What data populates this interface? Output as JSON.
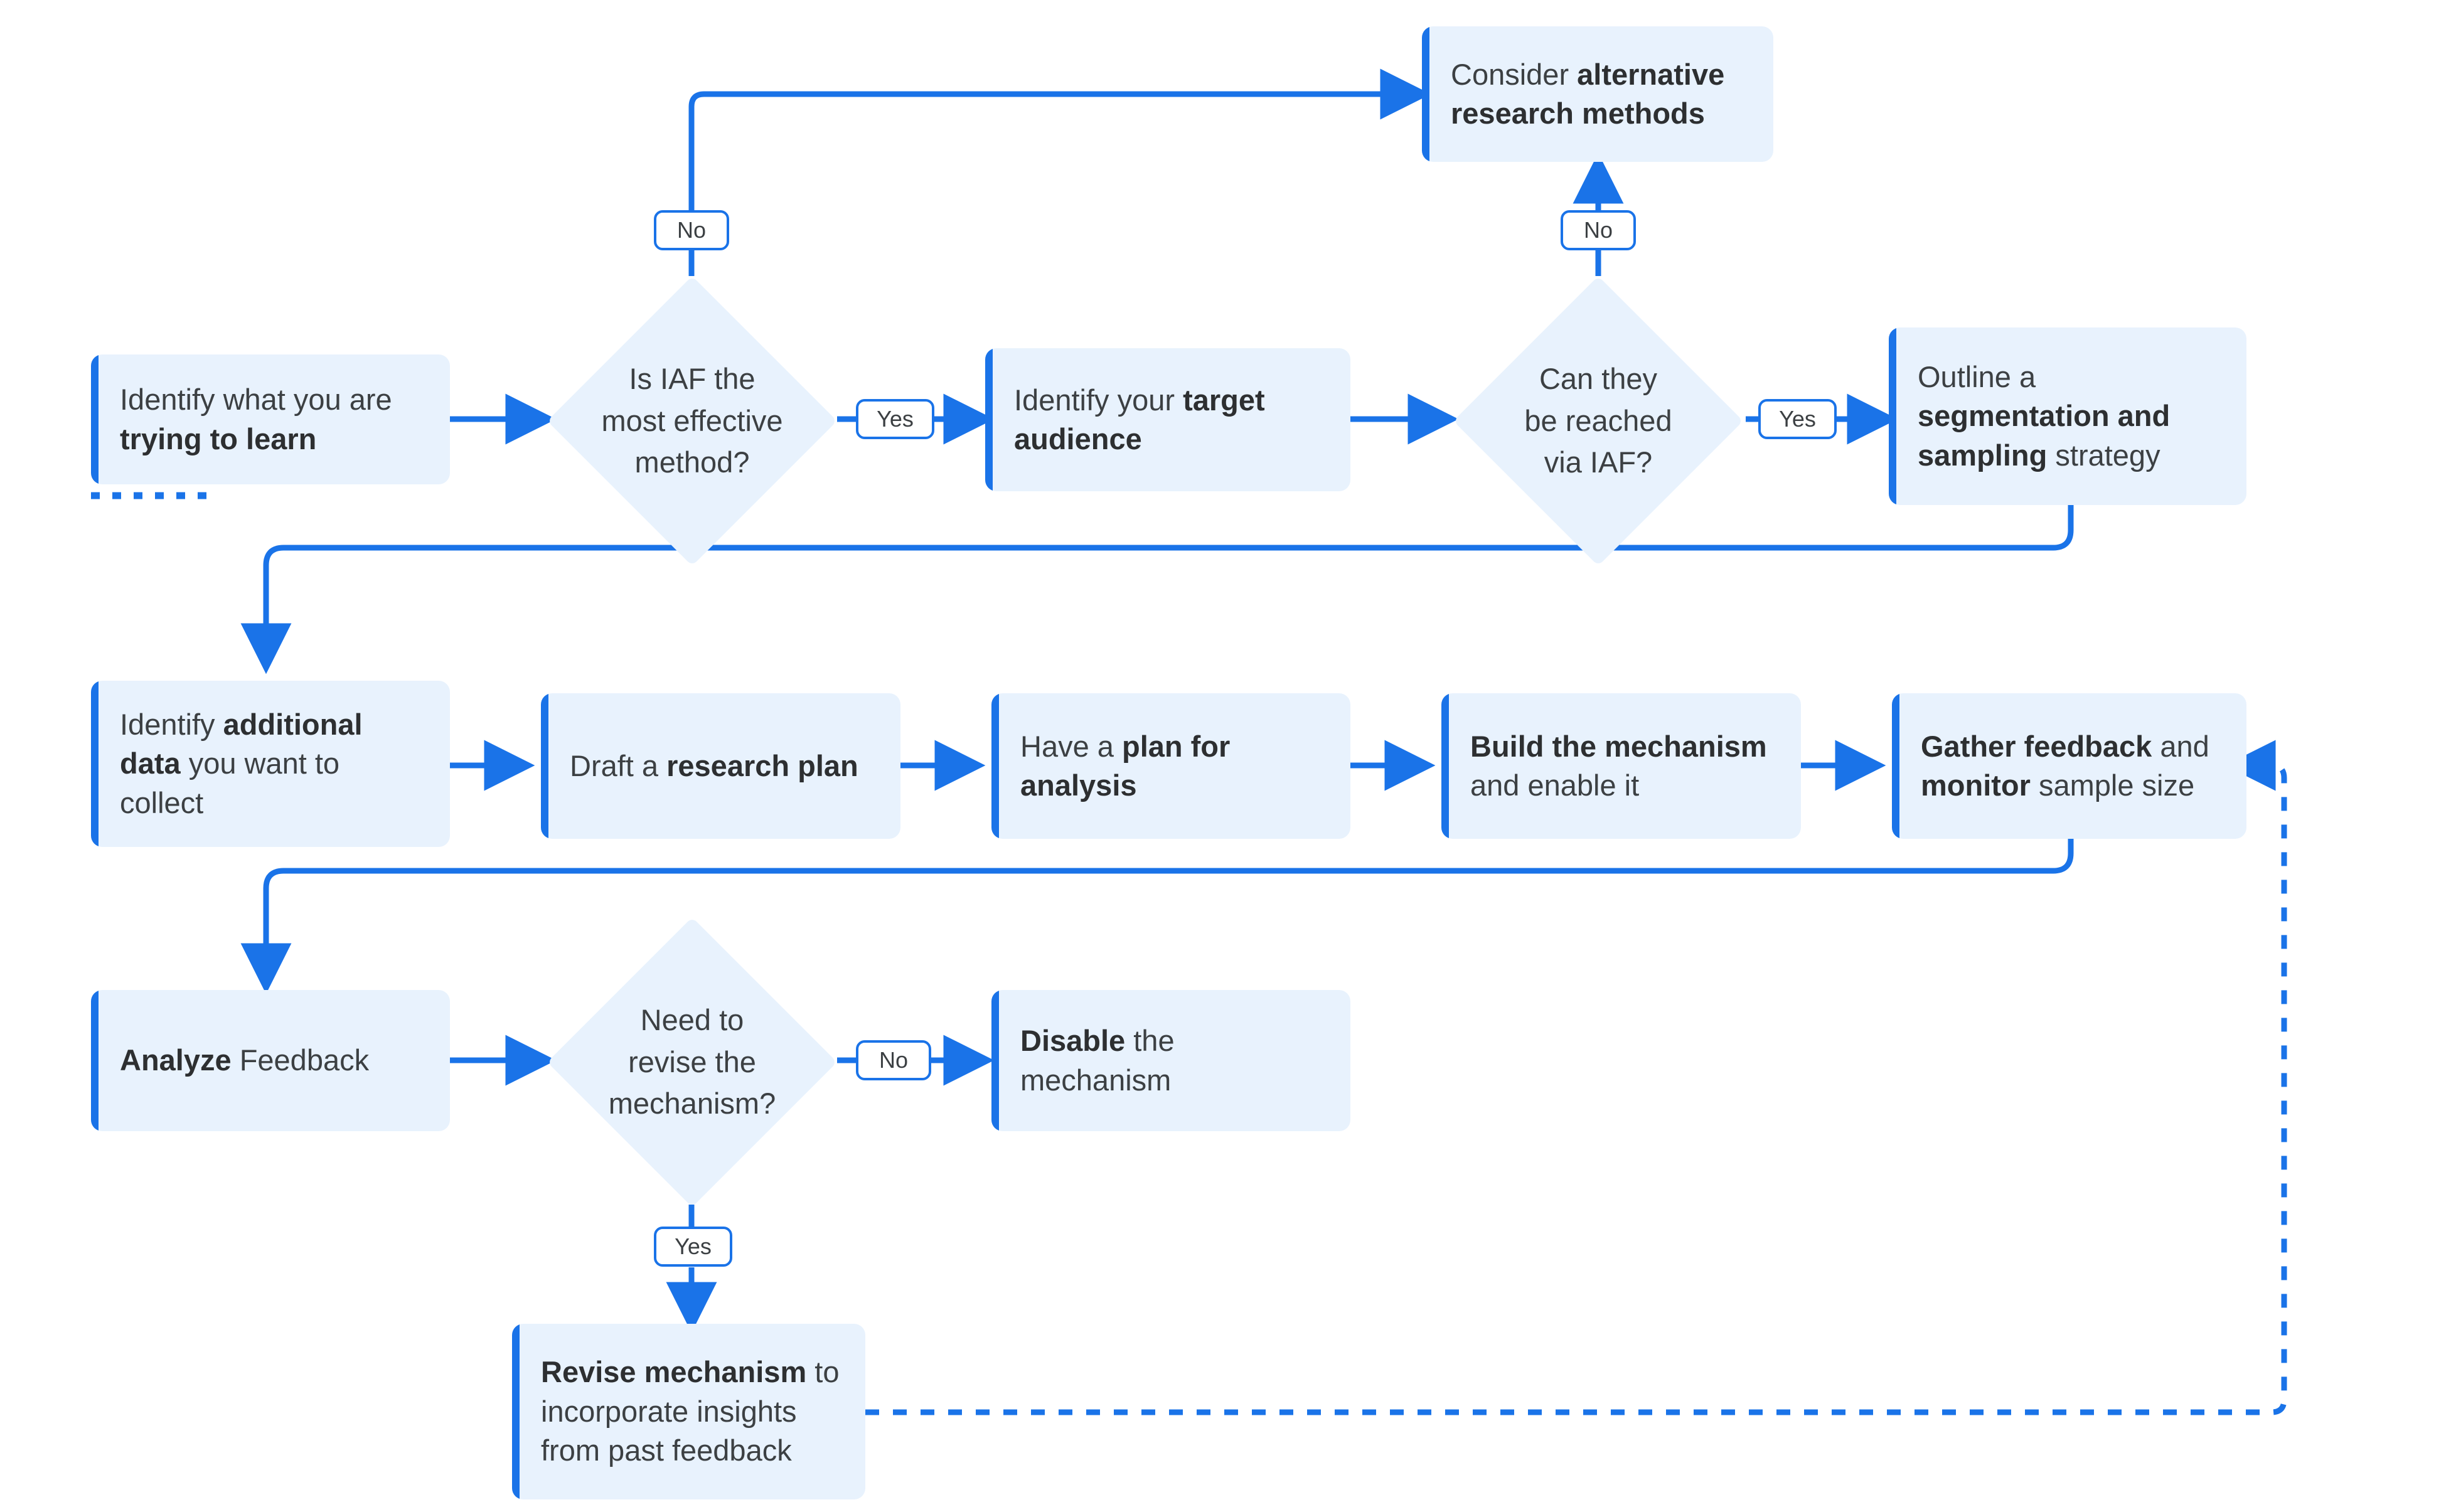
{
  "theme": {
    "node_fill": "#e8f2fd",
    "accent_bar": "#1a73e8",
    "line": "#1a73e8",
    "diamond_fill": "#e8f2fd",
    "text": "#3c4043",
    "background": "#ffffff",
    "label_fill": "#ffffff"
  },
  "nodes": {
    "identify_learn": {
      "prefix": "Identify what you are ",
      "bold": "trying to learn",
      "suffix": ""
    },
    "alternative_methods": {
      "prefix": "Consider ",
      "bold": "alternative research methods",
      "suffix": ""
    },
    "target_audience": {
      "prefix": "Identify your ",
      "bold": "target audience",
      "suffix": ""
    },
    "segmentation": {
      "prefix": "Outline a ",
      "bold": "segmentation and sampling",
      "suffix": " strategy"
    },
    "additional_data": {
      "prefix": "Identify ",
      "bold": "additional data",
      "suffix": " you want to collect"
    },
    "research_plan": {
      "prefix": "Draft a ",
      "bold": "research plan",
      "suffix": ""
    },
    "plan_analysis": {
      "prefix": "Have a ",
      "bold": "plan for analysis",
      "suffix": ""
    },
    "build_mechanism": {
      "prefix": "",
      "bold": "Build the mechanism",
      "suffix": " and enable it"
    },
    "gather_feedback": {
      "prefix": "",
      "bold": "Gather feedback",
      "suffix": " and ",
      "bold2": "monitor",
      "suffix2": " sample size"
    },
    "analyze_feedback": {
      "prefix": "",
      "bold": "Analyze",
      "suffix": " Feedback"
    },
    "disable_mechanism": {
      "prefix": "",
      "bold": "Disable",
      "suffix": " the mechanism"
    },
    "revise_mechanism": {
      "prefix": "",
      "bold": "Revise mechanism",
      "suffix": " to incorporate insights from past feedback"
    }
  },
  "decisions": {
    "iaf_effective": {
      "line1": "Is IAF the",
      "line2": "most effective",
      "line3": "method?"
    },
    "reached_via_iaf": {
      "line1": "Can they",
      "line2": "be reached",
      "line3": "via IAF?"
    },
    "need_revise": {
      "line1": "Need to",
      "line2": "revise the",
      "line3": "mechanism?"
    }
  },
  "edge_labels": {
    "iaf_no": "No",
    "iaf_yes": "Yes",
    "reached_no": "No",
    "reached_yes": "Yes",
    "revise_no": "No",
    "revise_yes": "Yes"
  }
}
